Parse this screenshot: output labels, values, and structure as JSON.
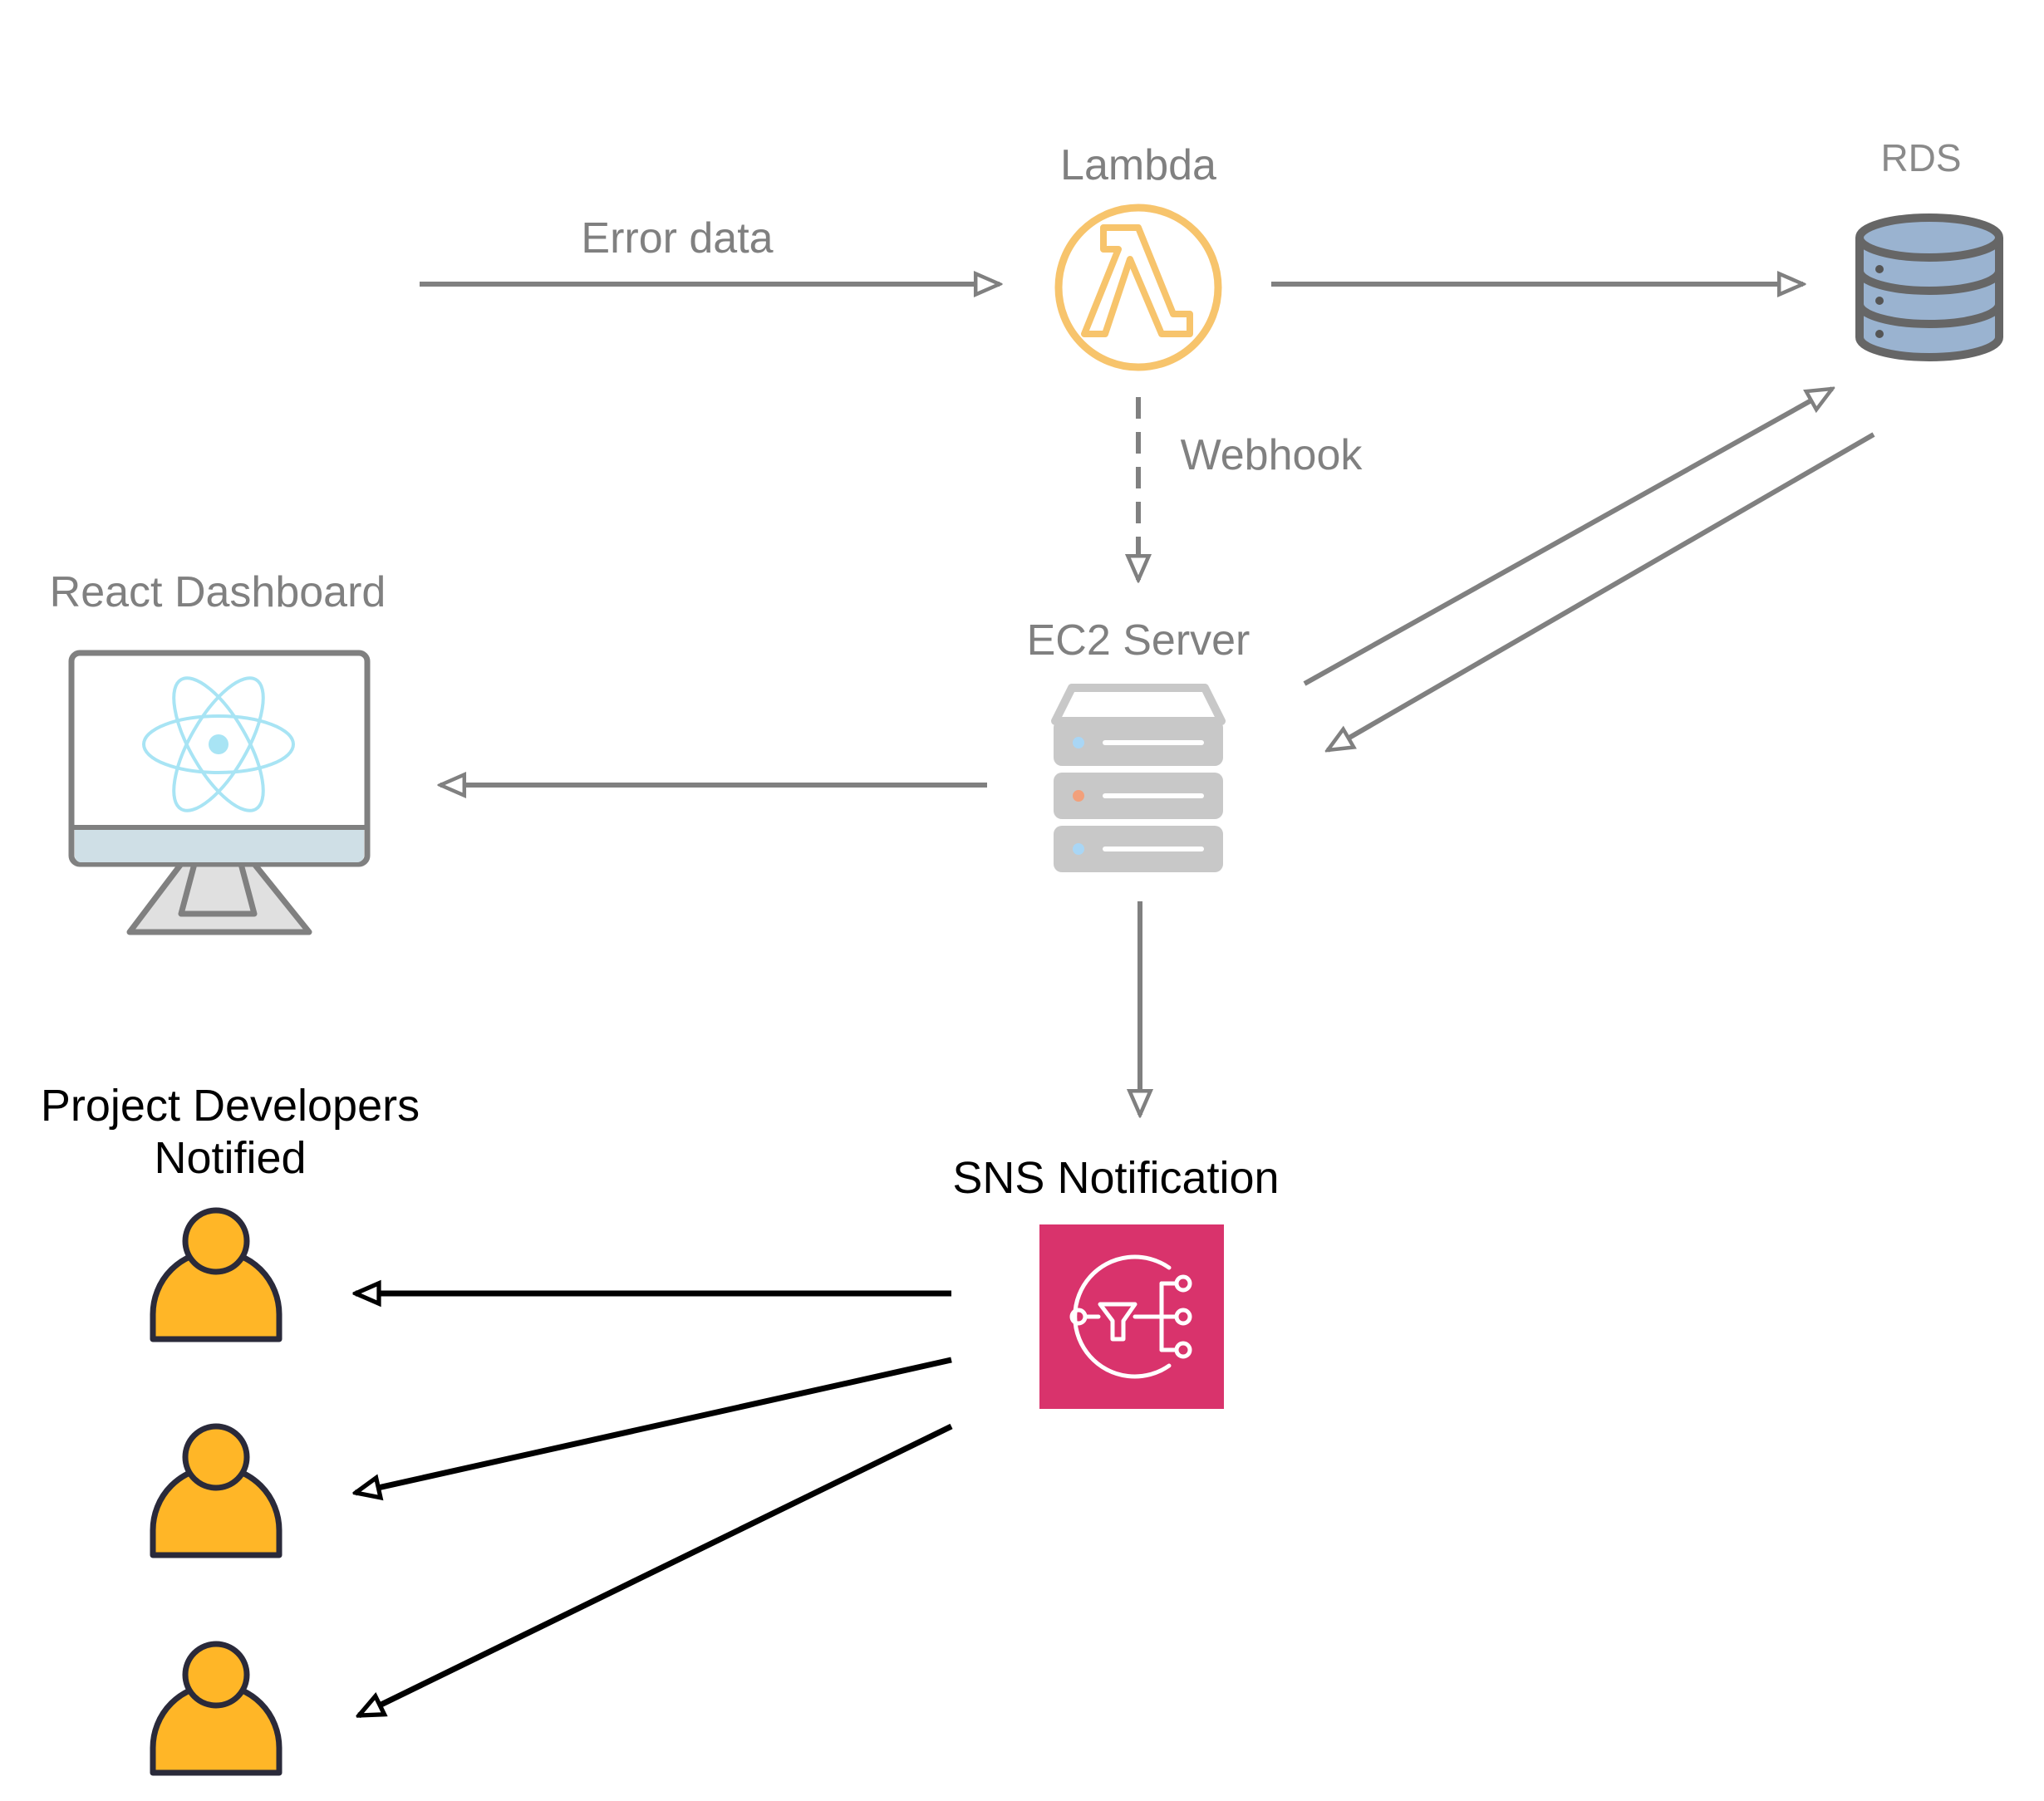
{
  "nodes": {
    "lambda": {
      "label": "Lambda"
    },
    "rds": {
      "label": "RDS"
    },
    "ec2": {
      "label": "EC2 Server"
    },
    "dashboard": {
      "label": "React Dashboard"
    },
    "sns": {
      "label": "SNS Notification"
    },
    "developers": {
      "label_line1": "Project Developers",
      "label_line2": "Notified"
    }
  },
  "edges": {
    "error_data": {
      "label": "Error data"
    },
    "webhook": {
      "label": "Webhook"
    }
  },
  "colors": {
    "gray_line": "#808080",
    "lambda_orange": "#f7c46c",
    "rds_blue": "#9ab3d0",
    "rds_outline": "#666666",
    "react_cyan": "#a8e4f4",
    "server_gray": "#c8c8c8",
    "sns_pink": "#d9336c",
    "person_yellow": "#ffb627",
    "person_outline": "#2a2a3a"
  },
  "icons": [
    "lambda-icon",
    "rds-database-icon",
    "ec2-server-icon",
    "react-monitor-icon",
    "sns-icon",
    "person-icon"
  ]
}
